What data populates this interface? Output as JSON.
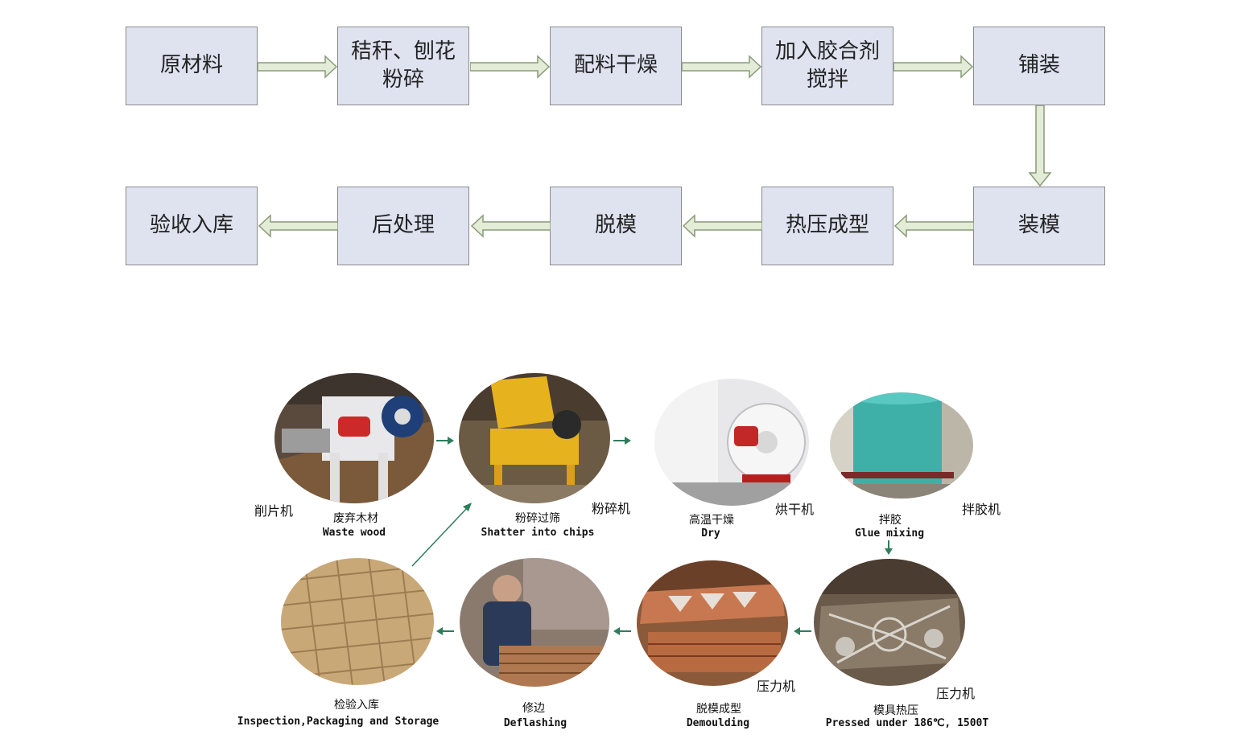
{
  "flow": {
    "row1": [
      "原材料",
      "秸秆、刨花\n粉碎",
      "配料干燥",
      "加入胶合剂\n搅拌",
      "铺装"
    ],
    "row2": [
      "验收入库",
      "后处理",
      "脱模",
      "热压成型",
      "装模"
    ]
  },
  "photos": {
    "steps": [
      {
        "cn": "废弃木材",
        "en": "Waste wood"
      },
      {
        "cn": "粉碎过筛",
        "en": "Shatter into chips"
      },
      {
        "cn": "高温干燥",
        "en": "Dry"
      },
      {
        "cn": "拌胶",
        "en": "Glue mixing"
      },
      {
        "cn": "模具热压",
        "en": "Pressed under 186℃, 1500T"
      },
      {
        "cn": "脱模成型",
        "en": "Demoulding"
      },
      {
        "cn": "修边",
        "en": "Deflashing"
      },
      {
        "cn": "检验入库",
        "en": "Inspection,Packaging and Storage"
      }
    ],
    "machines": [
      "削片机",
      "粉碎机",
      "烘干机",
      "拌胶机",
      "压力机",
      "压力机"
    ]
  },
  "colors": {
    "box_fill": "#dfe3f0",
    "arrow_fill": "#e3ecd6",
    "arrow_stroke": "#8a9a7a",
    "photo_arrow": "#2e7d5a"
  }
}
